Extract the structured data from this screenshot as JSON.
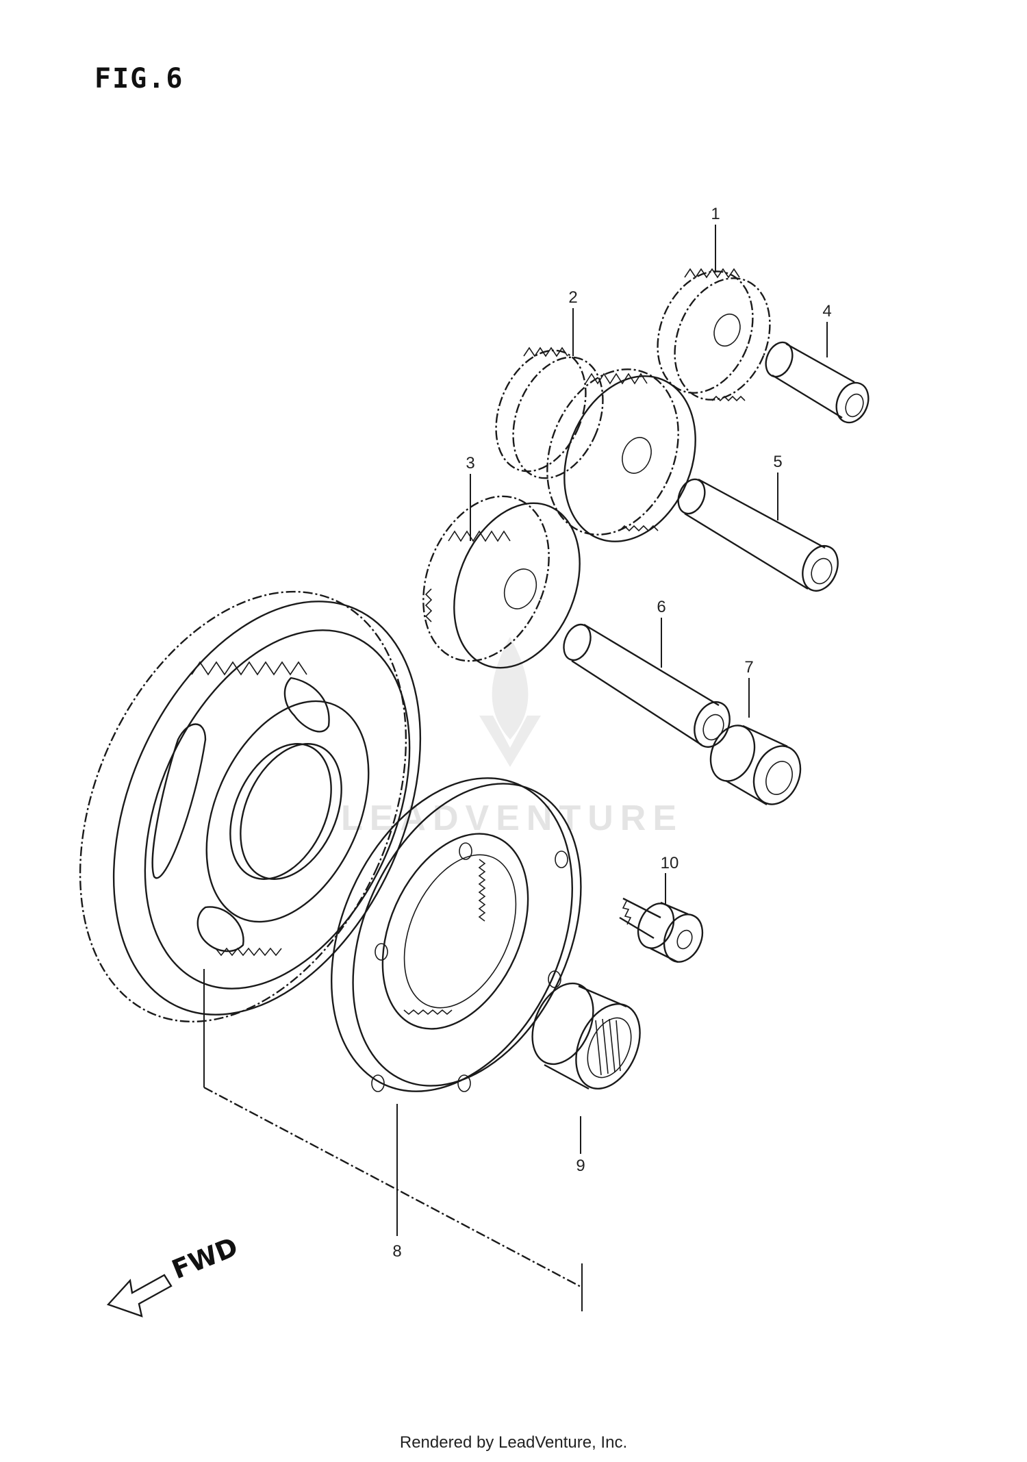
{
  "figure": {
    "title": "FIG.6"
  },
  "callouts": [
    {
      "id": "1",
      "label": "1"
    },
    {
      "id": "2",
      "label": "2"
    },
    {
      "id": "3",
      "label": "3"
    },
    {
      "id": "4",
      "label": "4"
    },
    {
      "id": "5",
      "label": "5"
    },
    {
      "id": "6",
      "label": "6"
    },
    {
      "id": "7",
      "label": "7"
    },
    {
      "id": "8",
      "label": "8"
    },
    {
      "id": "9",
      "label": "9"
    },
    {
      "id": "10",
      "label": "10"
    }
  ],
  "direction": {
    "label": "FWD",
    "icon": "arrow-left-icon"
  },
  "watermark": {
    "text": "LEADVENTURE",
    "icon": "leadventure-logo-icon"
  },
  "footer": {
    "text": "Rendered by LeadVenture, Inc."
  },
  "colors": {
    "ink": "#1a1a1a",
    "background": "#ffffff",
    "watermark": "#e4e4e4"
  }
}
